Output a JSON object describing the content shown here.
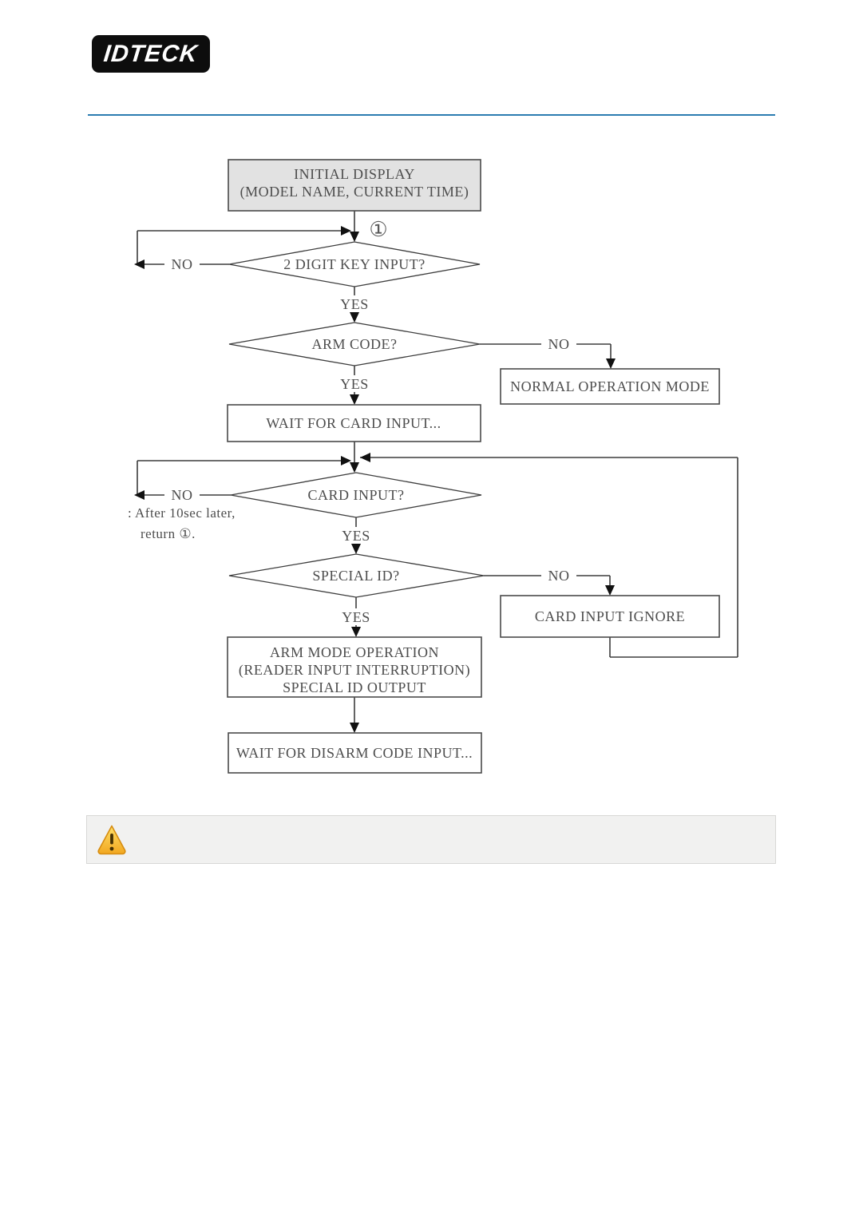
{
  "header": {
    "logo_text": "IDTECK",
    "rule_color": "#2b7cb1"
  },
  "flowchart": {
    "nodes": {
      "initial_display": {
        "line1": "INITIAL DISPLAY",
        "line2": "(MODEL NAME, CURRENT TIME)"
      },
      "digit_key_decision": "2 DIGIT KEY INPUT?",
      "arm_code_decision": "ARM CODE?",
      "normal_operation": "NORMAL OPERATION MODE",
      "wait_card": "WAIT FOR CARD INPUT...",
      "card_input_decision": "CARD INPUT?",
      "special_id_decision": "SPECIAL ID?",
      "card_ignore": "CARD INPUT IGNORE",
      "arm_mode": {
        "line1": "ARM MODE OPERATION",
        "line2": "(READER INPUT INTERRUPTION)",
        "line3": "SPECIAL ID OUTPUT"
      },
      "wait_disarm": "WAIT FOR DISARM CODE INPUT..."
    },
    "labels": {
      "yes": "YES",
      "no": "NO",
      "circled_one": "①",
      "note_line1": ": After 10sec later,",
      "note_line2": "return ①."
    },
    "colors": {
      "line": "#3d3d3d",
      "box_border": "#4a4a4a",
      "box_fill": "#ffffff",
      "initial_box_fill": "#e2e2e2",
      "text": "#4d4d4d"
    }
  },
  "warning": {
    "icon": "warning-triangle-icon",
    "triangle_top_color": "#fee06a",
    "triangle_bottom_color": "#f2a71f",
    "panel_bg": "#f1f1f0"
  }
}
